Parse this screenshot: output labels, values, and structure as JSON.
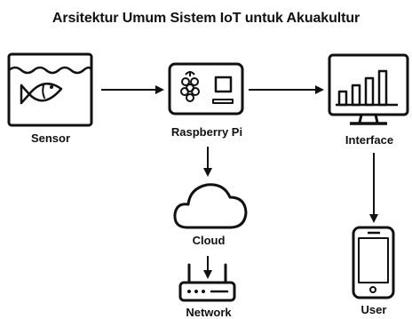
{
  "title": "Arsitektur Umum Sistem IoT untuk Akuakultur",
  "nodes": {
    "sensor": {
      "label": "Sensor",
      "icon": "fish-tank-icon"
    },
    "raspberry": {
      "label": "Raspberry Pi",
      "icon": "raspberry-pi-icon"
    },
    "interface": {
      "label": "Interface",
      "icon": "monitor-chart-icon"
    },
    "cloud": {
      "label": "Cloud",
      "icon": "cloud-icon"
    },
    "network": {
      "label": "Network",
      "icon": "router-icon"
    },
    "user": {
      "label": "User",
      "icon": "smartphone-icon"
    }
  },
  "colors": {
    "stroke": "#111111",
    "background": "#ffffff"
  }
}
